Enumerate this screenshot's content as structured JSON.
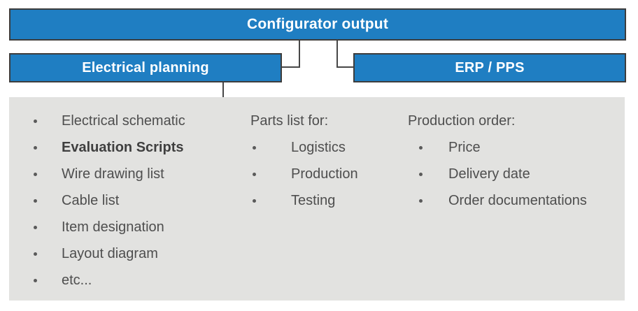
{
  "diagram": {
    "root": {
      "label": "Configurator output"
    },
    "branch_left": {
      "label": "Electrical planning"
    },
    "branch_right": {
      "label": "ERP / PPS"
    },
    "panel": {
      "column1": {
        "items": [
          "Electrical schematic",
          "Evaluation Scripts",
          "Wire drawing list",
          "Cable list",
          "Item designation",
          "Layout diagram",
          "etc..."
        ],
        "highlighted_item": "Evaluation Scripts"
      },
      "column2": {
        "heading": "Parts list for:",
        "items": [
          "Logistics",
          "Production",
          "Testing"
        ]
      },
      "column3": {
        "heading": "Production order:",
        "items": [
          "Price",
          "Delivery date",
          "Order documentations"
        ]
      }
    },
    "colors": {
      "accent_blue": "#1f7ec2",
      "panel_gray": "#e2e2e0",
      "line_gray": "#474747",
      "text_gray": "#4e4e4e"
    }
  }
}
